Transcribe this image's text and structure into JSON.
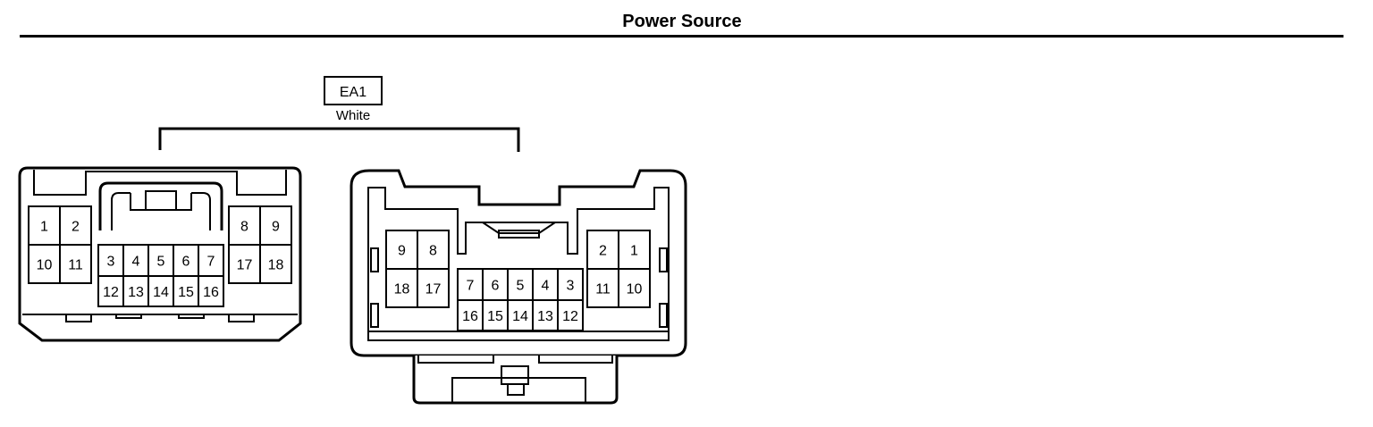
{
  "header": {
    "title": "Power Source"
  },
  "connector": {
    "code": "EA1",
    "color": "White"
  },
  "left_view": {
    "pins": [
      "1",
      "2",
      "10",
      "11",
      "3",
      "4",
      "5",
      "6",
      "7",
      "12",
      "13",
      "14",
      "15",
      "16",
      "8",
      "9",
      "17",
      "18"
    ]
  },
  "right_view": {
    "pins": [
      "9",
      "8",
      "18",
      "17",
      "7",
      "6",
      "5",
      "4",
      "3",
      "16",
      "15",
      "14",
      "13",
      "12",
      "2",
      "1",
      "11",
      "10"
    ]
  }
}
